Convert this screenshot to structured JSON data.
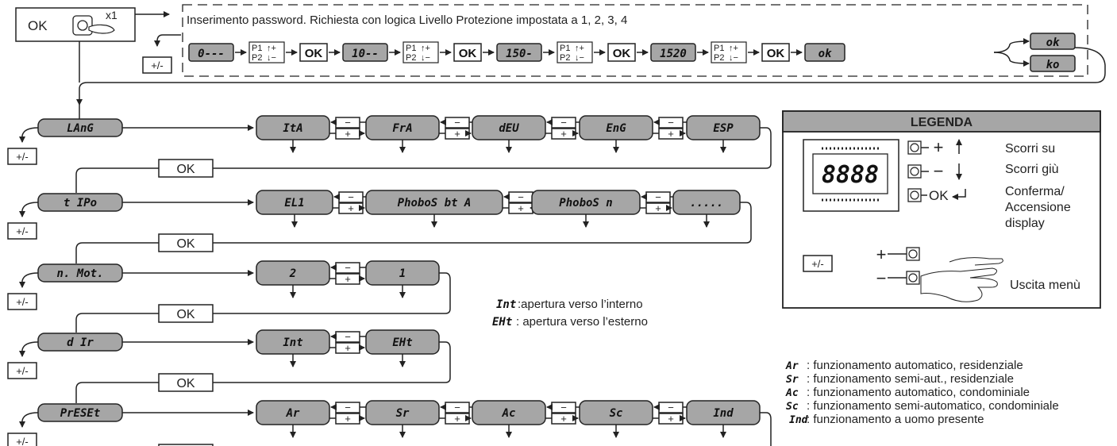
{
  "header": {
    "ok_label": "OK",
    "x1_label": "x1",
    "password_text": "Inserimento password. Richiesta con logica Livello Protezione impostata a 1, 2, 3, 4",
    "plusminus": "+/-",
    "password_steps": [
      "0---",
      "10--",
      "150-",
      "1520",
      "ok"
    ],
    "p_labels": [
      "P1",
      "P2"
    ],
    "ok_button": "OK",
    "result_ok": "ok",
    "result_ko": "ko"
  },
  "menus": [
    {
      "label": "LAnG",
      "options": [
        "ItA",
        "FrA",
        "dEU",
        "EnG",
        "ESP"
      ]
    },
    {
      "label": "t IPo",
      "options": [
        "EL1",
        "PhoboS bt A",
        "PhoboS n",
        "....."
      ]
    },
    {
      "label": "n. Mot.",
      "options": [
        "2",
        "1"
      ]
    },
    {
      "label": "d Ir",
      "options": [
        "Int",
        "EHt"
      ]
    },
    {
      "label": "PrESEt",
      "options": [
        "Ar",
        "Sr",
        "Ac",
        "Sc",
        "Ind"
      ]
    }
  ],
  "nav": {
    "minus": "−",
    "plus": "+",
    "ok": "OK",
    "plusminus": "+/-"
  },
  "dir_notes": [
    {
      "code": "Int",
      "text": ":apertura verso l’interno"
    },
    {
      "code": "EHt",
      "text": ": apertura verso l’esterno"
    }
  ],
  "preset_notes": [
    {
      "code": "Ar",
      "text": ": funzionamento automatico, residenziale"
    },
    {
      "code": "Sr",
      "text": ": funzionamento semi-aut., residenziale"
    },
    {
      "code": "Ac",
      "text": ": funzionamento automatico, condominiale"
    },
    {
      "code": "Sc",
      "text": ": funzionamento semi-automatico, condominiale"
    },
    {
      "code": "Ind",
      "text": ": funzionamento a uomo presente"
    }
  ],
  "legend": {
    "title": "LEGENDA",
    "display": "8888",
    "plus_sym": "+",
    "minus_sym": "−",
    "ok_sym": "OK",
    "plusminus": "+/-",
    "scroll_up": "Scorri su",
    "scroll_down": "Scorri giù",
    "confirm_1": "Conferma/",
    "confirm_2": "Accensione",
    "confirm_3": "display",
    "exit": "Uscita menù"
  }
}
